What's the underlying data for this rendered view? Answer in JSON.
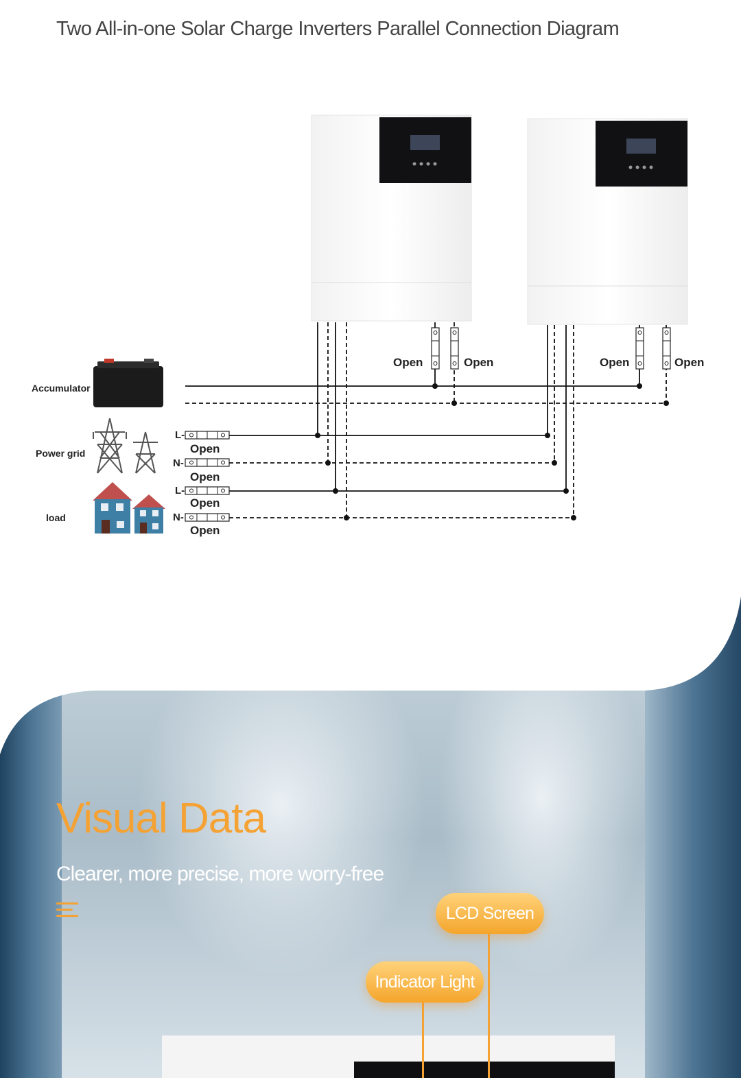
{
  "header": {
    "title": "Two All-in-one Solar Charge Inverters Parallel Connection Diagram"
  },
  "diagram": {
    "sources": {
      "accumulator": "Accumulator",
      "power_grid": "Power grid",
      "load": "load"
    },
    "breaker_labels": [
      "L-",
      "N-",
      "L-",
      "N-"
    ],
    "open_label": "Open"
  },
  "feature": {
    "headline": "Visual Data",
    "subline": "Clearer, more precise, more worry-free",
    "callouts": {
      "lcd": "LCD Screen",
      "indicator": "Indicator Light"
    }
  },
  "colors": {
    "accent": "#f5a234",
    "panel": "#101013",
    "line": "#111111"
  },
  "icons": [
    "battery-icon",
    "power-tower-icon",
    "house-icon",
    "menu-lines-icon"
  ]
}
